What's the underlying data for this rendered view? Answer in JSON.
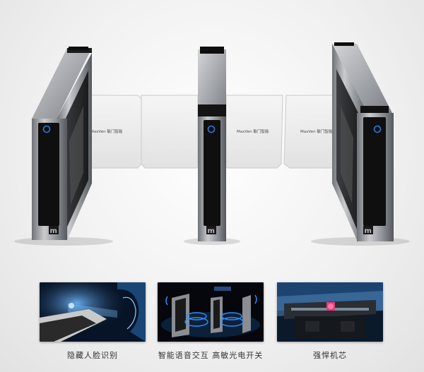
{
  "hero": {
    "brand_mark": "MaxVen 敏门智能",
    "colors": {
      "frame": "#9a9ca0",
      "panel": "#111111",
      "glass": "#e8e8e8",
      "indicator": "#2f7ad9"
    }
  },
  "features": [
    {
      "caption": "隐藏人脸识别",
      "icon": "face-recognition-image"
    },
    {
      "caption": "智能语音交互 高敏光电开关",
      "icon": "voice-sensor-image"
    },
    {
      "caption": "强悍机芯",
      "icon": "motor-core-image"
    }
  ]
}
